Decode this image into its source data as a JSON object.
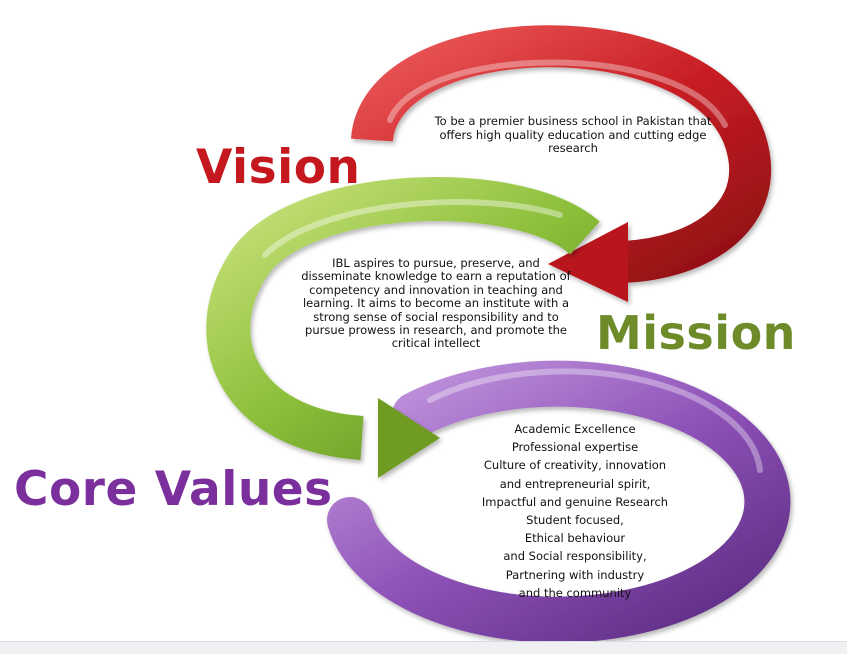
{
  "colors": {
    "vision": "#c4181e",
    "mission": "#6e8b2a",
    "core_values": "#7a2f9c"
  },
  "vision": {
    "title": "Vision",
    "text": "To be a premier business school in Pakistan that offers high quality education and cutting edge research"
  },
  "mission": {
    "title": "Mission",
    "text": "IBL aspires to pursue, preserve, and disseminate knowledge to earn a reputation of competency and innovation in teaching and learning. It aims to become an institute with a strong sense of social responsibility and to pursue prowess in research, and promote the critical intellect"
  },
  "core_values": {
    "title": "Core Values",
    "items": [
      "Academic Excellence",
      "Professional expertise",
      "Culture of creativity, innovation",
      "and entrepreneurial spirit,",
      "Impactful and genuine Research",
      "Student focused,",
      "Ethical behaviour",
      "and Social responsibility,",
      "Partnering with industry",
      "and the community"
    ]
  }
}
